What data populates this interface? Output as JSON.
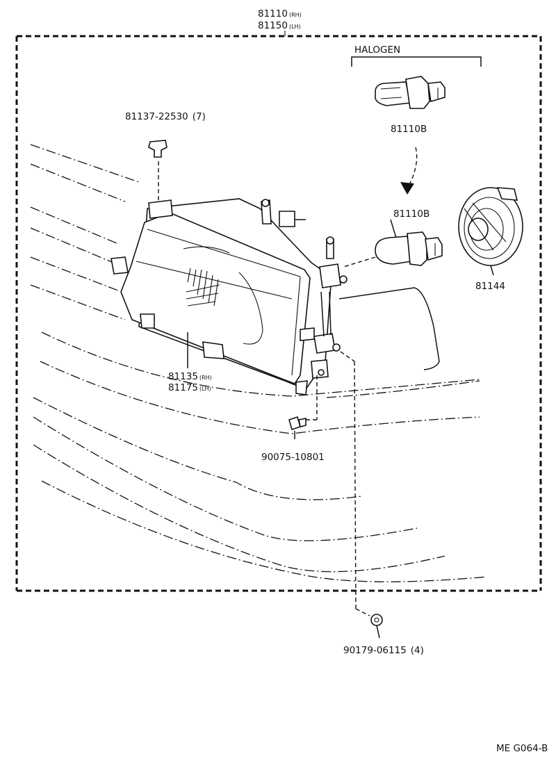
{
  "assembly": {
    "part_rh": "81110",
    "tag_rh": "(RH)",
    "part_lh": "81150",
    "tag_lh": "(LH)"
  },
  "halogen": {
    "label": "HALOGEN"
  },
  "parts": {
    "clip": {
      "number": "81137-22530",
      "qty": "(7)"
    },
    "bulb_upper": {
      "number": "81110B"
    },
    "bulb_lower": {
      "number": "81110B"
    },
    "socket": {
      "number": "81144"
    },
    "housing": {
      "part_rh": "81135",
      "tag_rh": "(RH)",
      "part_lh": "81175",
      "tag_lh": "(LH)"
    },
    "screw": {
      "number": "90075-10801"
    },
    "nut": {
      "number": "90179-06115",
      "qty": "(4)"
    }
  },
  "figure_code": "ME G064-B"
}
